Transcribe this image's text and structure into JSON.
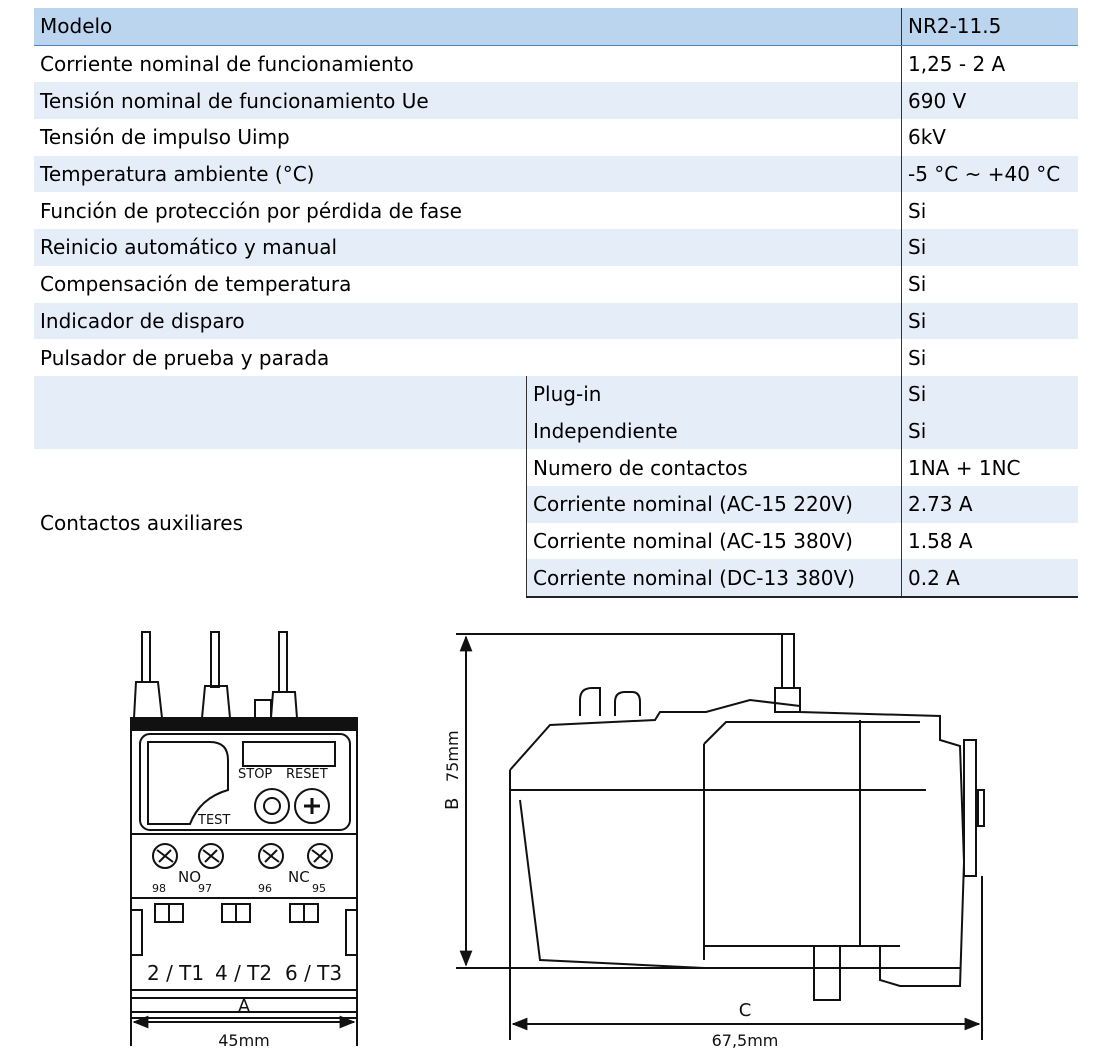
{
  "table": {
    "header": {
      "label": "Modelo",
      "value": "NR2-11.5"
    },
    "rows": [
      {
        "label": "Corriente nominal de funcionamiento",
        "value": "1,25 - 2 A"
      },
      {
        "label": "Tensión nominal de funcionamiento Ue",
        "value": "690 V"
      },
      {
        "label": "Tensión de impulso Uimp",
        "value": "6kV"
      },
      {
        "label": "Temperatura ambiente (°C)",
        "value": "-5 °C ~ +40 °C"
      },
      {
        "label": "Función de protección por pérdida de fase",
        "value": "Si"
      },
      {
        "label": "Reinicio automático y manual",
        "value": "Si"
      },
      {
        "label": "Compensación de temperatura",
        "value": "Si"
      },
      {
        "label": "Indicador de disparo",
        "value": "Si"
      },
      {
        "label": "Pulsador de prueba y parada",
        "value": "Si"
      }
    ],
    "group": {
      "label": "Contactos auxiliares",
      "subrows": [
        {
          "label": "Plug-in",
          "value": "Si"
        },
        {
          "label": "Independiente",
          "value": "Si"
        },
        {
          "label": "Numero de contactos",
          "value": "1NA + 1NC"
        },
        {
          "label": "Corriente nominal (AC-15 220V)",
          "value": "2.73 A"
        },
        {
          "label": "Corriente nominal (AC-15 380V)",
          "value": "1.58 A"
        },
        {
          "label": "Corriente nominal (DC-13 380V)",
          "value": "0.2 A"
        }
      ]
    }
  },
  "figures": {
    "front": {
      "dim_letter": "A",
      "dim_value": "45mm",
      "panel": {
        "stop": "STOP",
        "reset": "RESET",
        "test": "TEST"
      },
      "contacts": {
        "no": "NO",
        "nc": "NC",
        "terminals": [
          "98",
          "97",
          "96",
          "95"
        ]
      },
      "outputs": [
        "2 / T1",
        "4 / T2",
        "6 / T3"
      ]
    },
    "side": {
      "height_letter": "B",
      "height_value": "75mm",
      "width_letter": "C",
      "width_value": "67,5mm"
    }
  }
}
